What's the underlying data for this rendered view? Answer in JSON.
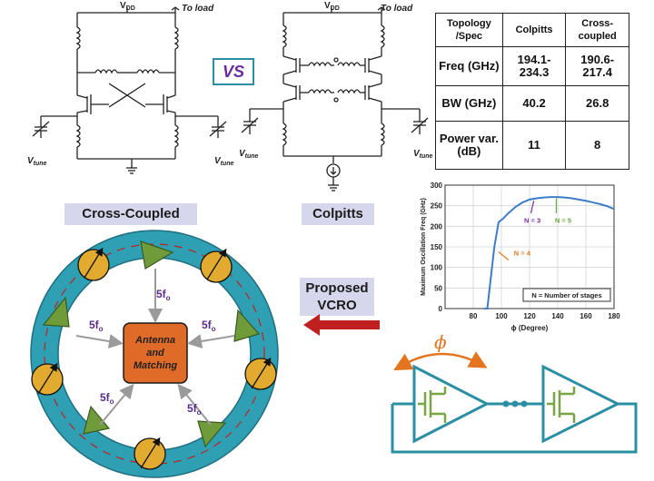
{
  "top_circuits": {
    "cross_coupled": {
      "vdd_label": "V",
      "vdd_sub": "DD",
      "load_label": "To load",
      "vtune_label": "V",
      "vtune_sub": "tune"
    },
    "colpitts": {
      "vdd_label": "V",
      "vdd_sub": "DD",
      "load_label": "To load",
      "vtune_label": "V",
      "vtune_sub": "tune"
    },
    "vs_label": "VS"
  },
  "table": {
    "header": [
      "Topology /Spec",
      "Colpitts",
      "Cross-coupled"
    ],
    "rows": [
      [
        "Freq (GHz)",
        "194.1-234.3",
        "190.6-217.4"
      ],
      [
        "BW (GHz)",
        "40.2",
        "26.8"
      ],
      [
        "Power var. (dB)",
        "11",
        "8"
      ]
    ]
  },
  "labels": {
    "cross_coupled": "Cross-Coupled",
    "colpitts": "Colpitts",
    "proposed_line1": "Proposed",
    "proposed_line2": "VCRO",
    "antenna_line1": "Antenna",
    "antenna_line2": "and",
    "antenna_line3": "Matching",
    "harmonic_label": "5f",
    "harmonic_sub": "o",
    "phi": "ϕ"
  },
  "colors": {
    "ring": "#2f9fb3",
    "ring_dark": "#1f6f80",
    "antenna_box": "#e06a28",
    "triangle": "#6f9b3a",
    "circle": "#e2aa2e",
    "arrow_red": "#c0201f",
    "label_box": "#d6d6ec",
    "buffer_teal": "#2b8fa3",
    "transistor_green": "#7aa544",
    "phi_orange": "#e4741e",
    "curve_blue": "#3d7cc9"
  },
  "chart_data": {
    "type": "line",
    "title": "",
    "xlabel": "ϕ   (Degree)",
    "ylabel": "Maximum Oscillation Freq (GHz)",
    "xlim": [
      60,
      180
    ],
    "ylim": [
      0,
      300
    ],
    "x_ticks": [
      80,
      100,
      120,
      140,
      160,
      180
    ],
    "y_ticks": [
      0,
      50,
      100,
      150,
      200,
      250,
      300
    ],
    "grid": true,
    "series": [
      {
        "x": [
          88,
          90,
          92,
          95,
          98,
          101,
          105,
          110,
          115,
          120,
          125,
          130,
          135,
          140,
          145,
          150,
          155,
          160,
          165,
          170,
          175,
          180
        ],
        "values": [
          0,
          0,
          60,
          150,
          210,
          218,
          232,
          247,
          258,
          265,
          268,
          270,
          271,
          271,
          270,
          268,
          265,
          262,
          258,
          254,
          249,
          242
        ]
      }
    ],
    "annotations": [
      {
        "text": "N = 3",
        "x": 120,
        "y": 230,
        "color": "#7a2ea0"
      },
      {
        "text": "N = 5",
        "x": 138,
        "y": 230,
        "color": "#6aa43a"
      },
      {
        "text": "N = 4",
        "x": 105,
        "y": 120,
        "color": "#e4741e"
      }
    ],
    "legend_box": "N = Number of stages"
  }
}
